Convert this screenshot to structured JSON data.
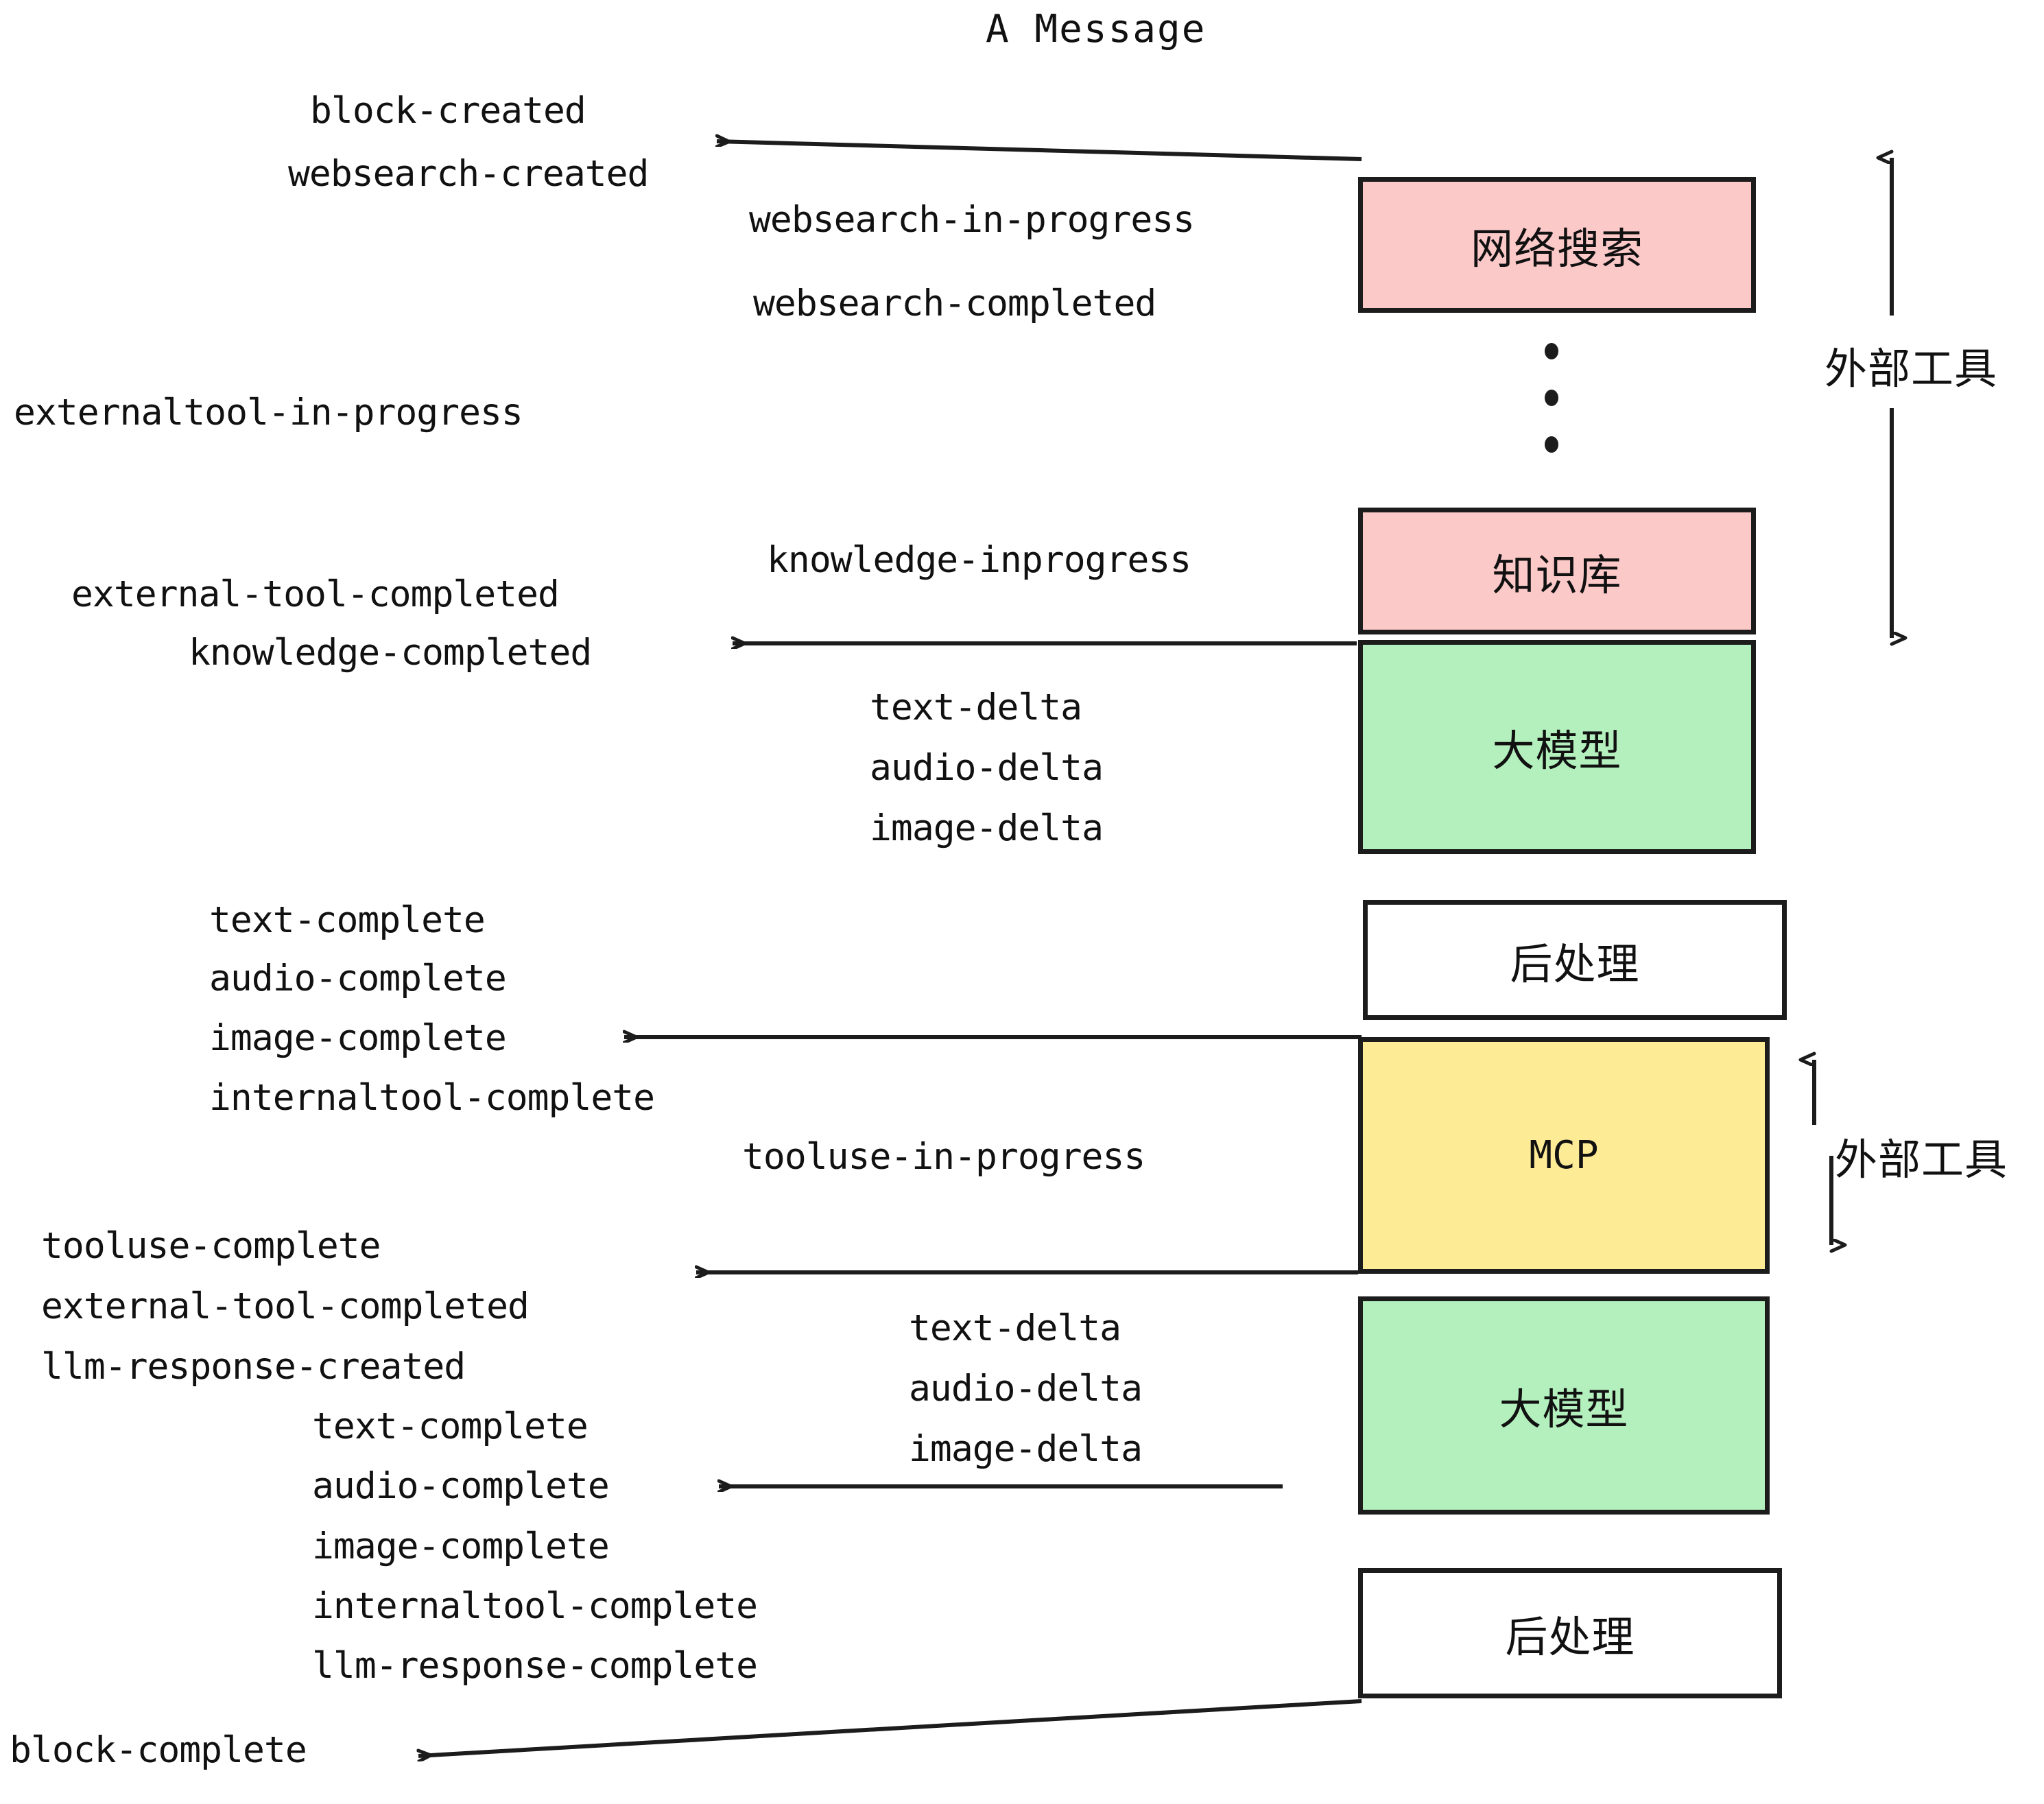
{
  "diagram": {
    "title": "A Message",
    "background_color": "#ffffff",
    "stroke_color": "#1c1c1c",
    "colors": {
      "pink": "#FCC9C9",
      "green": "#B3F0BD",
      "yellow": "#FDEB96",
      "white": "#ffffff",
      "stroke": "#1c1c1c"
    },
    "nodes": [
      {
        "id": "websearch",
        "label": "网络搜索",
        "fill": "#FCC9C9"
      },
      {
        "id": "knowledgebase",
        "label": "知识库",
        "fill": "#FCC9C9"
      },
      {
        "id": "llm1",
        "label": "大模型",
        "fill": "#B3F0BD"
      },
      {
        "id": "postprocess1",
        "label": "后处理",
        "fill": "#ffffff"
      },
      {
        "id": "mcp",
        "label": "MCP",
        "fill": "#FDEB96"
      },
      {
        "id": "llm2",
        "label": "大模型",
        "fill": "#B3F0BD"
      },
      {
        "id": "postprocess2",
        "label": "后处理",
        "fill": "#ffffff"
      }
    ],
    "side_labels": [
      {
        "id": "external-tools-top",
        "label": "外部工具"
      },
      {
        "id": "external-tools-bottom",
        "label": "外部工具"
      }
    ],
    "events": [
      {
        "id": "block-created",
        "text": "block-created"
      },
      {
        "id": "websearch-created",
        "text": "websearch-created"
      },
      {
        "id": "websearch-in-progress",
        "text": "websearch-in-progress"
      },
      {
        "id": "websearch-completed",
        "text": "websearch-completed"
      },
      {
        "id": "externaltool-in-progress",
        "text": "externaltool-in-progress"
      },
      {
        "id": "knowledge-inprogress",
        "text": "knowledge-inprogress"
      },
      {
        "id": "external-tool-completed-1",
        "text": "external-tool-completed"
      },
      {
        "id": "knowledge-completed",
        "text": "knowledge-completed"
      },
      {
        "id": "text-delta-1",
        "text": "text-delta"
      },
      {
        "id": "audio-delta-1",
        "text": "audio-delta"
      },
      {
        "id": "image-delta-1",
        "text": "image-delta"
      },
      {
        "id": "text-complete-1",
        "text": "text-complete"
      },
      {
        "id": "audio-complete-1",
        "text": "audio-complete"
      },
      {
        "id": "image-complete-1",
        "text": "image-complete"
      },
      {
        "id": "internaltool-complete-1",
        "text": "internaltool-complete"
      },
      {
        "id": "tooluse-in-progress",
        "text": "tooluse-in-progress"
      },
      {
        "id": "tooluse-complete",
        "text": "tooluse-complete"
      },
      {
        "id": "external-tool-completed-2",
        "text": "external-tool-completed"
      },
      {
        "id": "llm-response-created",
        "text": "llm-response-created"
      },
      {
        "id": "text-complete-2",
        "text": "text-complete"
      },
      {
        "id": "audio-complete-2",
        "text": "audio-complete"
      },
      {
        "id": "image-complete-2",
        "text": "image-complete"
      },
      {
        "id": "internaltool-complete-2",
        "text": "internaltool-complete"
      },
      {
        "id": "llm-response-complete",
        "text": "llm-response-complete"
      },
      {
        "id": "block-complete",
        "text": "block-complete"
      },
      {
        "id": "text-delta-2",
        "text": "text-delta"
      },
      {
        "id": "audio-delta-2",
        "text": "audio-delta"
      },
      {
        "id": "image-delta-2",
        "text": "image-delta"
      }
    ]
  }
}
